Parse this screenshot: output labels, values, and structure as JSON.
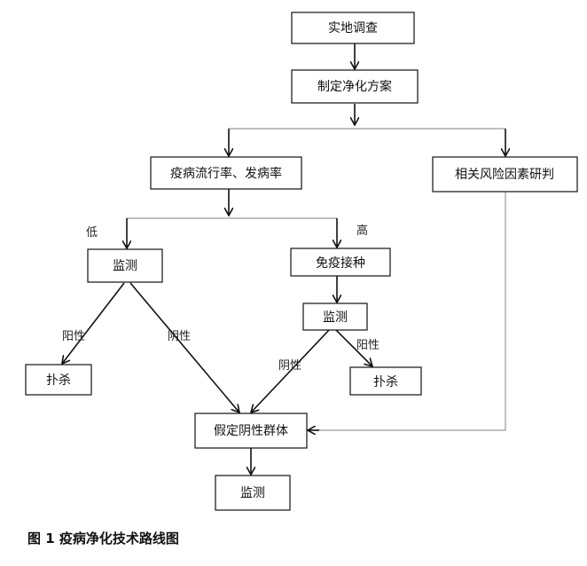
{
  "diagram": {
    "nodes": {
      "survey": "实地调查",
      "plan": "制定净化方案",
      "rates": "疫病流行率、发病率",
      "risk": "相关风险因素研判",
      "monitor1": "监测",
      "vaccinate": "免疫接种",
      "monitor2": "监测",
      "cull1": "扑杀",
      "cull2": "扑杀",
      "negative_group": "假定阴性群体",
      "monitor3": "监测"
    },
    "edge_labels": {
      "low": "低",
      "high": "高",
      "positive1": "阳性",
      "negative1": "阴性",
      "negative2": "阴性",
      "positive2": "阳性"
    }
  },
  "caption": "图 1 疫病净化技术路线图"
}
